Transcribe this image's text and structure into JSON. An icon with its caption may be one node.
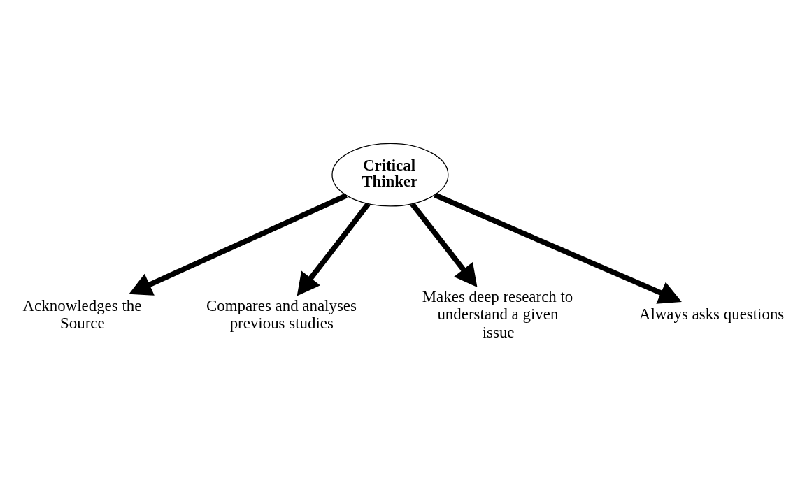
{
  "diagram": {
    "nodes": [
      {
        "text": [
          "Critical Thinker"
        ]
      },
      {
        "text": [
          "Acknowledges the Source"
        ]
      },
      {
        "text": [
          "Compares and analyses previous studies"
        ]
      },
      {
        "text": [
          "Makes deep research to understand a given issue"
        ]
      },
      {
        "text": [
          "Always asks questions"
        ]
      }
    ],
    "edges": [
      {
        "from": 0,
        "to": 1,
        "arrow": "to"
      },
      {
        "from": 0,
        "to": 2,
        "arrow": "to"
      },
      {
        "from": 0,
        "to": 3,
        "arrow": "to"
      },
      {
        "from": 0,
        "to": 4,
        "arrow": "to"
      }
    ]
  }
}
